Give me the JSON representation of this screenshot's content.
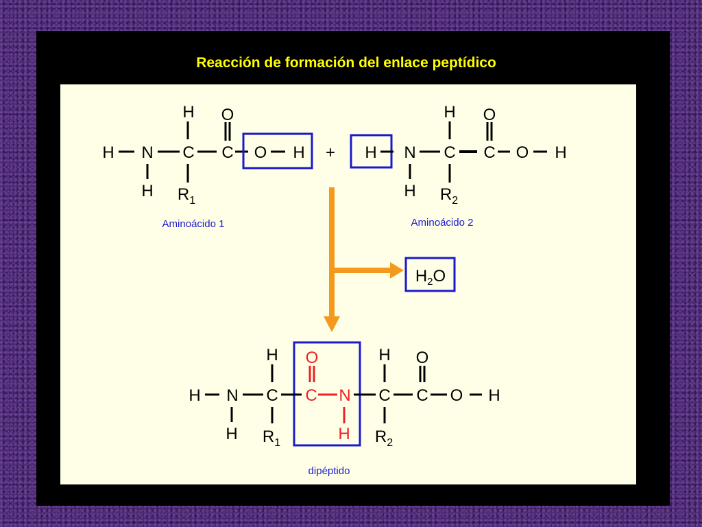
{
  "title": "Reacción de formación del enlace peptídico",
  "amino_acid_1": {
    "label": "Aminoácido 1",
    "atoms": {
      "h_left": "H",
      "n": "N",
      "c_alpha": "C",
      "c_carbonyl": "C",
      "o_hydroxyl": "O",
      "h_hydroxyl": "H",
      "o_carbonyl": "O",
      "h_top": "H",
      "h_bottom": "H",
      "r": "R",
      "r_sub": "1"
    }
  },
  "plus": "+",
  "amino_acid_2": {
    "label": "Aminoácido 2",
    "atoms": {
      "h_left": "H",
      "n": "N",
      "c_alpha": "C",
      "c_carbonyl": "C",
      "o_hydroxyl": "O",
      "h_hydroxyl": "H",
      "o_carbonyl": "O",
      "h_top": "H",
      "h_bottom": "H",
      "r": "R",
      "r_sub": "2"
    }
  },
  "water": {
    "h": "H",
    "sub": "2",
    "o": "O"
  },
  "dipeptide": {
    "label": "dipéptido",
    "atoms": {
      "h_left": "H",
      "n1": "N",
      "c1": "C",
      "c_peptide": "C",
      "n_peptide": "N",
      "c2": "C",
      "c3": "C",
      "o_hydroxyl": "O",
      "h_hydroxyl": "H",
      "h_top1": "H",
      "o_peptide": "O",
      "h_top2": "H",
      "o_carbonyl": "O",
      "h_bottom1": "H",
      "h_peptide": "H",
      "r1": "R",
      "r1_sub": "1",
      "r2": "R",
      "r2_sub": "2"
    }
  },
  "colors": {
    "panel": "#ffffe8",
    "title": "#ffff00",
    "box": "#1a1acc",
    "arrow": "#f39a1c",
    "peptide_bond": "#ee2020",
    "label": "#1a1acc",
    "atoms": "#000000"
  }
}
